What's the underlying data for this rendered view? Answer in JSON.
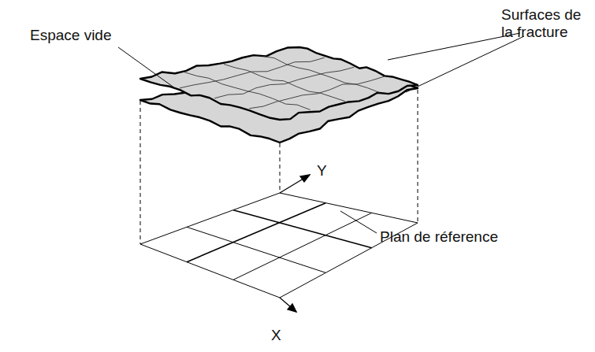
{
  "diagram": {
    "labels": [
      "Surfaces de la fracture",
      "Espace vide",
      "Y",
      "X",
      "Plan de réference"
    ]
  }
}
